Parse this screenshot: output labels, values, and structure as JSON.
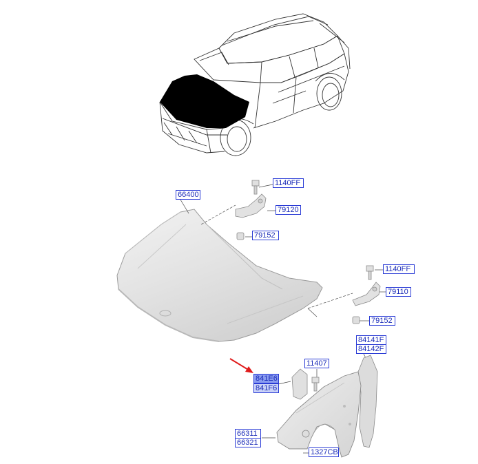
{
  "labels": {
    "hood": "66400",
    "bolt_top": "1140FF",
    "hinge_lh": "79120",
    "cap_lh": "79152",
    "bolt_right": "1140FF",
    "hinge_rh": "79110",
    "cap_rh": "79152",
    "insul_a": "84141F",
    "insul_b": "84142F",
    "bolt_fender": "11407",
    "pad_a": "841E6",
    "pad_b": "841F6",
    "fender_lh": "66311",
    "fender_rh": "66321",
    "clip": "1327CB"
  },
  "colors": {
    "label_border": "#2a3bd6",
    "label_text": "#1a2bb8",
    "label_highlight": "#8a9cf0",
    "arrow": "#e01b1b",
    "part_fill": "#e6e6e6",
    "part_stroke": "#8a8a8a"
  }
}
